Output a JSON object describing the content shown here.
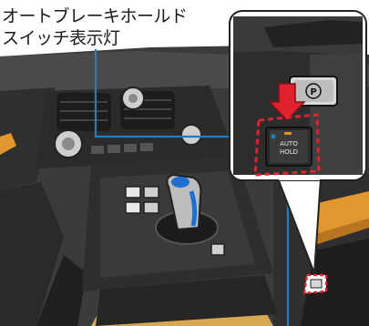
{
  "callout": {
    "line1": "オートブレーキホールド",
    "line2": "スイッチ表示灯"
  },
  "switch": {
    "label_top": "AUTO",
    "label_bottom": "HOLD",
    "parking_symbol": "P"
  },
  "colors": {
    "callout_line": "#1e7fc4",
    "highlight": "#e0222f",
    "arrow": "#e0222f",
    "accent_trim": "#e2962e",
    "shift_knob_accent": "#1f6fd0"
  }
}
